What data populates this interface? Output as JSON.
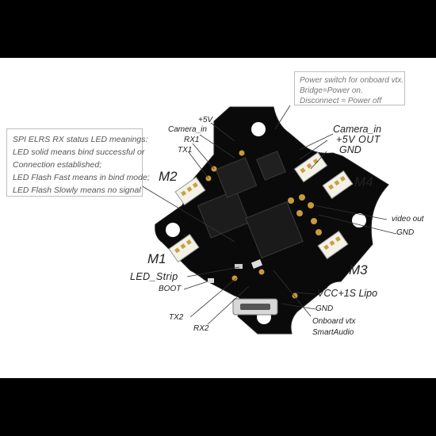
{
  "power_switch_note": {
    "lines": [
      "Power switch for onboard vtx.",
      "Bridge=Power on.",
      "Disconnect = Power off"
    ]
  },
  "elrs_note": {
    "lines": [
      "SPI ELRS RX status LED meanings:",
      "LED solid means bind successful or",
      "Connection established;",
      "LED Flash Fast means in bind mode;",
      "LED Flash Slowly means no signal"
    ]
  },
  "labels": {
    "plus5v": "+5V",
    "camera_in_small": "Camera_in",
    "rx1": "RX1",
    "tx1": "TX1",
    "camera_in": "Camera_in",
    "plus5v_out": "+5V OUT",
    "gnd_top": "GND",
    "m1": "M1",
    "m2": "M2",
    "m3": "M3",
    "m4": "M4",
    "video_out": "video out",
    "gnd_right": "GND",
    "led_strip": "LED_Strip",
    "boot": "BOOT",
    "vcc": "VCC+1S Lipo",
    "gnd_bottom": "GND",
    "tx2": "TX2",
    "rx2": "RX2",
    "onboard_vtx": "Onboard vtx",
    "smart_audio": "SmartAudio"
  }
}
